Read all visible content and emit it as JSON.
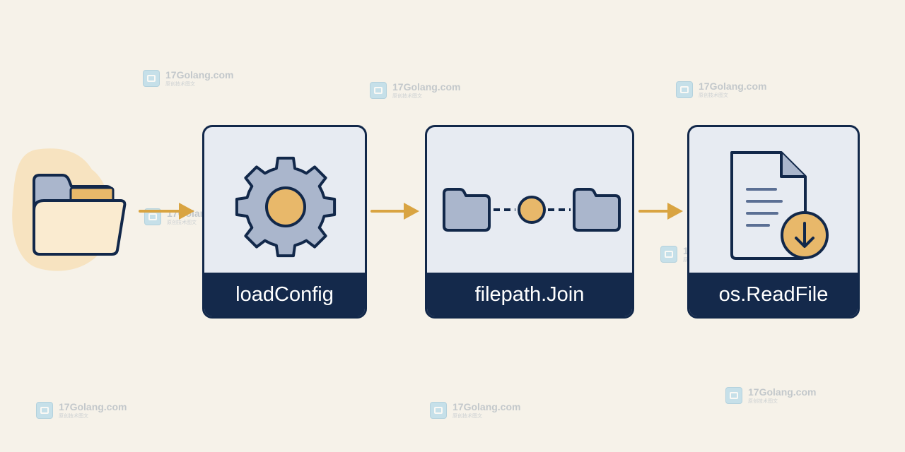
{
  "diagram": {
    "nodes": [
      {
        "id": "folder-source",
        "label": "",
        "icon": "open-folder-icon"
      },
      {
        "id": "load-config",
        "label": "loadConfig",
        "icon": "gear-icon"
      },
      {
        "id": "filepath-join",
        "label": "filepath.Join",
        "icon": "folders-joined-icon"
      },
      {
        "id": "os-readfile",
        "label": "os.ReadFile",
        "icon": "file-download-icon"
      }
    ],
    "edges": [
      {
        "from": "folder-source",
        "to": "load-config"
      },
      {
        "from": "load-config",
        "to": "filepath-join"
      },
      {
        "from": "filepath-join",
        "to": "os-readfile"
      }
    ]
  },
  "watermark": {
    "brand": "17Golang.com",
    "tagline": "原创技术图文"
  },
  "colors": {
    "background": "#f6f2e9",
    "navy": "#14294b",
    "box_fill": "#e7ebf2",
    "accent": "#e8b86a",
    "arrow": "#d9a441",
    "icon_gray": "#aab6cc"
  }
}
